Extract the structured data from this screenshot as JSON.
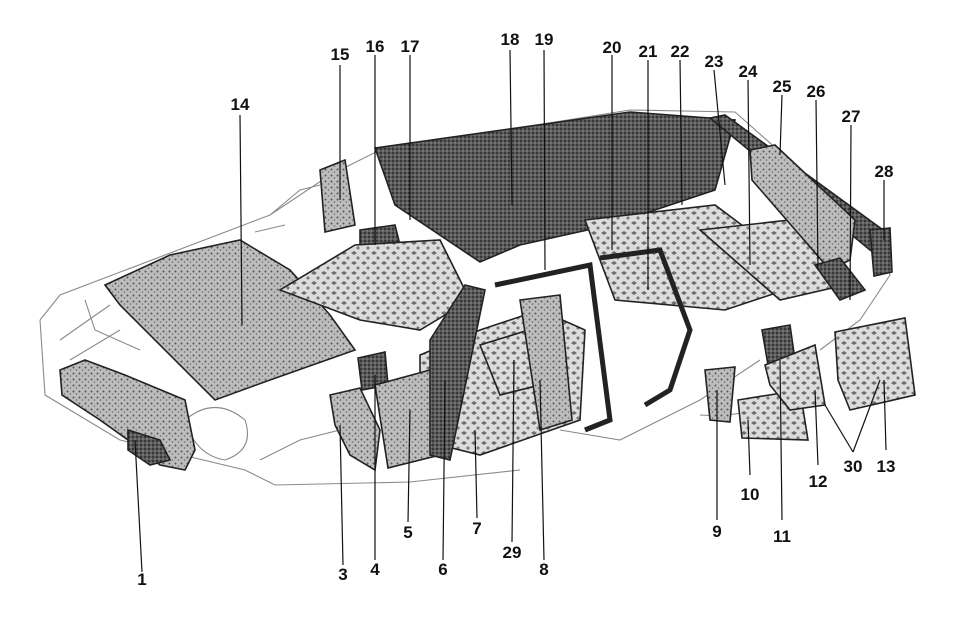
{
  "diagram": {
    "colors": {
      "line": "#111111",
      "car_outline": "#8a8a8a",
      "insulation_fill": "#7a7a7a",
      "insulation_light": "#bdbdbd",
      "background": "#ffffff"
    },
    "callouts": [
      {
        "id": "1",
        "label": "1"
      },
      {
        "id": "3",
        "label": "3"
      },
      {
        "id": "4",
        "label": "4"
      },
      {
        "id": "5",
        "label": "5"
      },
      {
        "id": "6",
        "label": "6"
      },
      {
        "id": "7",
        "label": "7"
      },
      {
        "id": "8",
        "label": "8"
      },
      {
        "id": "9",
        "label": "9"
      },
      {
        "id": "10",
        "label": "10"
      },
      {
        "id": "11",
        "label": "11"
      },
      {
        "id": "12",
        "label": "12"
      },
      {
        "id": "13",
        "label": "13"
      },
      {
        "id": "14",
        "label": "14"
      },
      {
        "id": "15",
        "label": "15"
      },
      {
        "id": "16",
        "label": "16"
      },
      {
        "id": "17",
        "label": "17"
      },
      {
        "id": "18",
        "label": "18"
      },
      {
        "id": "19",
        "label": "19"
      },
      {
        "id": "20",
        "label": "20"
      },
      {
        "id": "21",
        "label": "21"
      },
      {
        "id": "22",
        "label": "22"
      },
      {
        "id": "23",
        "label": "23"
      },
      {
        "id": "24",
        "label": "24"
      },
      {
        "id": "25",
        "label": "25"
      },
      {
        "id": "26",
        "label": "26"
      },
      {
        "id": "27",
        "label": "27"
      },
      {
        "id": "28",
        "label": "28"
      },
      {
        "id": "29",
        "label": "29"
      },
      {
        "id": "30",
        "label": "30"
      }
    ]
  }
}
